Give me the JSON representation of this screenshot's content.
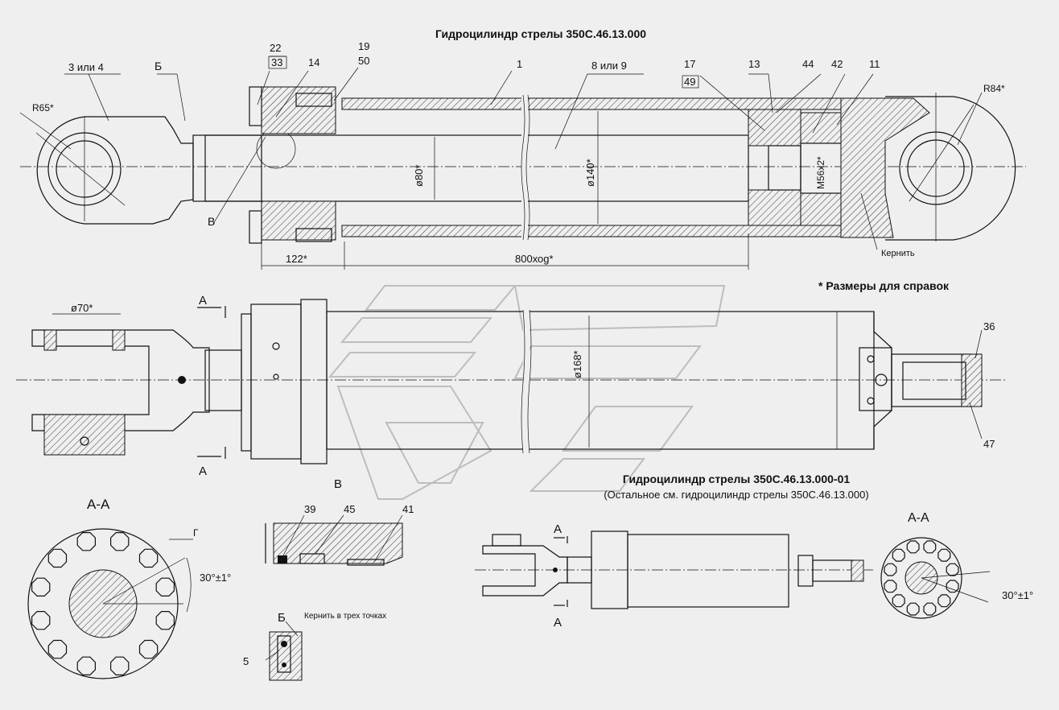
{
  "title_main": "Гидроцилиндр стрелы 350С.46.13.000",
  "title_variant": "Гидроцилиндр стрелы 350С.46.13.000-01",
  "variant_note": "(Остальное см. гидроцилиндр стрелы 350С.46.13.000)",
  "reference_note": "* Размеры для справок",
  "dimensions": {
    "r65": "R65*",
    "r84": "R84*",
    "d80": "ø80*",
    "d140": "ø140*",
    "m56": "M56x2*",
    "d70": "ø70*",
    "d168": "ø168*",
    "len122": "122*",
    "len800": "800хоg*",
    "angle1": "30°±1°",
    "angle2": "30°±1°"
  },
  "callouts": {
    "c3or4": "3 или 4",
    "cB_cyr": "Б",
    "c22": "22",
    "c33": "33",
    "c14": "14",
    "c19": "19",
    "c50": "50",
    "c1": "1",
    "c8or9": "8 или 9",
    "c17": "17",
    "c49": "49",
    "c13": "13",
    "c44": "44",
    "c42": "42",
    "c11": "11",
    "cV": "В",
    "kernit": "Кернить",
    "c36": "36",
    "c47": "47",
    "c39": "39",
    "c45": "45",
    "c41": "41",
    "c5": "5",
    "kernit3": "Кернить в трех точках",
    "gamma": "Г"
  },
  "sections": {
    "aa1": "А-А",
    "aa2": "А-А",
    "viewV": "В",
    "viewB": "Б",
    "arrowA1": "А",
    "arrowA2": "А",
    "arrowA3": "А",
    "arrowA4": "А"
  }
}
